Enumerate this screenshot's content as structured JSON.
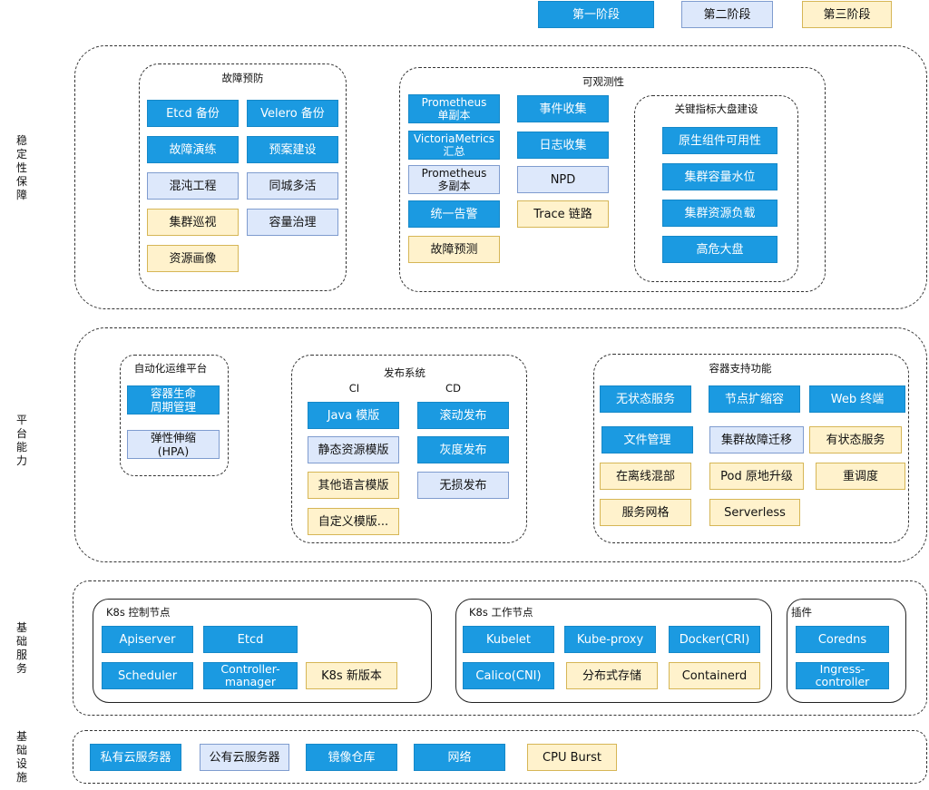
{
  "legend": {
    "stage1": "第一阶段",
    "stage2": "第二阶段",
    "stage3": "第三阶段"
  },
  "colors": {
    "stage1": "#1b9ae1",
    "stage2": "#dde8fb",
    "stage3": "#fff2cc"
  },
  "layers": {
    "stability": "稳定性保障",
    "platform": "平台能力",
    "base_service": "基础服务",
    "infra": "基础设施"
  },
  "stability": {
    "fault_prevention": {
      "title": "故障预防",
      "items": {
        "etcd_backup": "Etcd 备份",
        "velero_backup": "Velero 备份",
        "fault_drill": "故障演练",
        "plan_build": "预案建设",
        "chaos": "混沌工程",
        "same_city": "同城多活",
        "cluster_inspect": "集群巡视",
        "capacity": "容量治理",
        "resource_profile": "资源画像"
      }
    },
    "observability": {
      "title": "可观测性",
      "items": {
        "prom_single": "Prometheus\n单副本",
        "vm_summary": "VictoriaMetrics\n汇总",
        "prom_multi": "Prometheus\n多副本",
        "unified_alert": "统一告警",
        "fault_predict": "故障预测",
        "event_collect": "事件收集",
        "log_collect": "日志收集",
        "npd": "NPD",
        "trace": "Trace 链路"
      },
      "dashboard": {
        "title": "关键指标大盘建设",
        "items": {
          "component_avail": "原生组件可用性",
          "cluster_capacity": "集群容量水位",
          "cluster_load": "集群资源负载",
          "high_risk": "高危大盘"
        }
      }
    }
  },
  "platform": {
    "ops": {
      "title": "自动化运维平台",
      "items": {
        "lifecycle": "容器生命\n周期管理",
        "hpa": "弹性伸缩\n(HPA)"
      }
    },
    "release": {
      "title": "发布系统",
      "ci": "CI",
      "cd": "CD",
      "items": {
        "java_tpl": "Java 模版",
        "static_tpl": "静态资源模版",
        "other_tpl": "其他语言模版",
        "custom_tpl": "自定义模版...",
        "rolling": "滚动发布",
        "gray": "灰度发布",
        "lossless": "无损发布"
      }
    },
    "container": {
      "title": "容器支持功能",
      "items": {
        "stateless": "无状态服务",
        "node_scale": "节点扩缩容",
        "web_term": "Web 终端",
        "file_mgmt": "文件管理",
        "cluster_failover": "集群故障迁移",
        "stateful": "有状态服务",
        "colocation": "在离线混部",
        "pod_upgrade": "Pod 原地升级",
        "reschedule": "重调度",
        "service_mesh": "服务网格",
        "serverless": "Serverless"
      }
    }
  },
  "base": {
    "control": {
      "title": "K8s 控制节点",
      "items": {
        "apiserver": "Apiserver",
        "etcd": "Etcd",
        "scheduler": "Scheduler",
        "controller": "Controller-\nmanager",
        "k8s_new": "K8s 新版本"
      }
    },
    "worker": {
      "title": "K8s 工作节点",
      "items": {
        "kubelet": "Kubelet",
        "kube_proxy": "Kube-proxy",
        "docker": "Docker(CRI)",
        "calico": "Calico(CNI)",
        "dist_storage": "分布式存储",
        "containerd": "Containerd"
      }
    },
    "plugin": {
      "title": "插件",
      "items": {
        "coredns": "Coredns",
        "ingress": "Ingress-\ncontroller"
      }
    }
  },
  "infra": {
    "items": {
      "private_cloud": "私有云服务器",
      "public_cloud": "公有云服务器",
      "registry": "镜像仓库",
      "network": "网络",
      "cpu_burst": "CPU Burst"
    }
  }
}
